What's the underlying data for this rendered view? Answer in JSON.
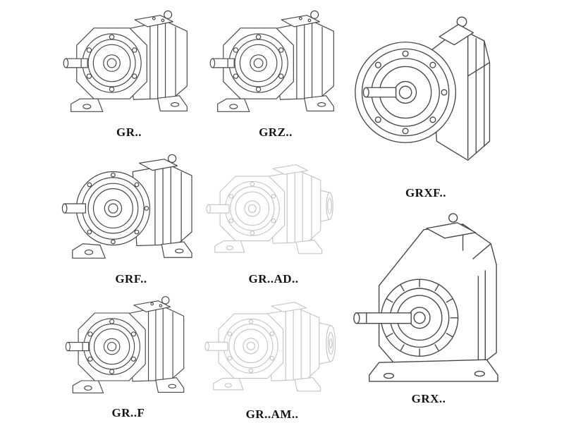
{
  "page": {
    "background": "#ffffff",
    "description": "Gear reducer product family line-drawing sheet"
  },
  "colors": {
    "line": "#474747",
    "faded_line": "#c3c3c3",
    "label_text": "#141414"
  },
  "catalog": {
    "items": [
      {
        "label": "GR..",
        "variant": "helical-foot-mounted"
      },
      {
        "label": "GRZ..",
        "variant": "helical-foot-mounted-z"
      },
      {
        "label": "GRXF..",
        "variant": "single-stage-flange-mounted"
      },
      {
        "label": "GRF..",
        "variant": "helical-flange-mounted"
      },
      {
        "label": "GR..AD..",
        "variant": "helical-with-input-adapter",
        "faded": true
      },
      {
        "label": "GRX..",
        "variant": "single-stage-foot-mounted"
      },
      {
        "label": "GR..F",
        "variant": "helical-foot-flange",
        "faded": false
      },
      {
        "label": "GR..AM..",
        "variant": "helical-with-motor-flange",
        "faded": true
      }
    ]
  }
}
